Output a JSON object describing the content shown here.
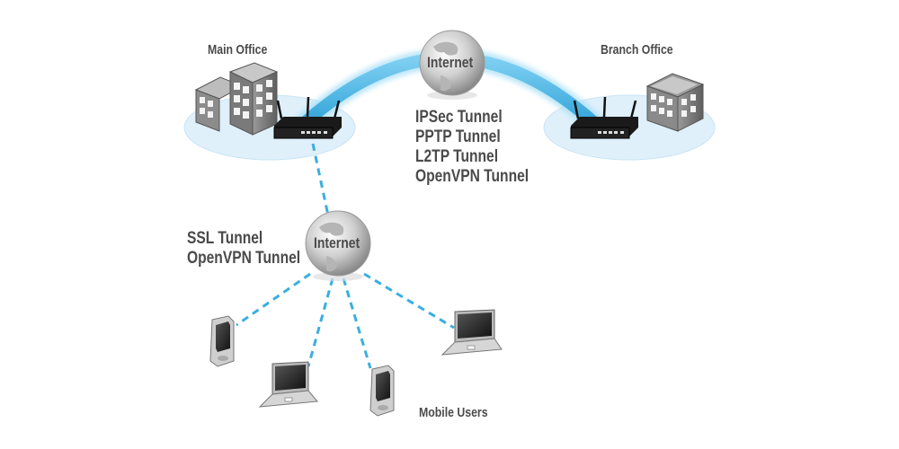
{
  "diagram": {
    "colors": {
      "tunnel_arc": "#4db8e6",
      "dashed_link": "#3aaee0",
      "zone_fill": "#dff0fa",
      "label_text": "#4a4a4a"
    },
    "sites": {
      "main_office": {
        "label": "Main Office"
      },
      "branch_office": {
        "label": "Branch Office"
      },
      "mobile_users": {
        "label": "Mobile Users"
      }
    },
    "clouds": {
      "top": {
        "label": "Internet"
      },
      "bottom": {
        "label": "Internet"
      }
    },
    "site_to_site_tunnels": [
      "IPSec Tunnel",
      "PPTP Tunnel",
      "L2TP Tunnel",
      "OpenVPN Tunnel"
    ],
    "remote_access_tunnels": [
      "SSL Tunnel",
      "OpenVPN Tunnel"
    ],
    "devices": {
      "main_router": "vpn-router-icon",
      "branch_router": "vpn-router-icon",
      "mobile_clients": [
        "pda-icon",
        "laptop-icon",
        "pda-icon",
        "laptop-icon"
      ]
    }
  }
}
